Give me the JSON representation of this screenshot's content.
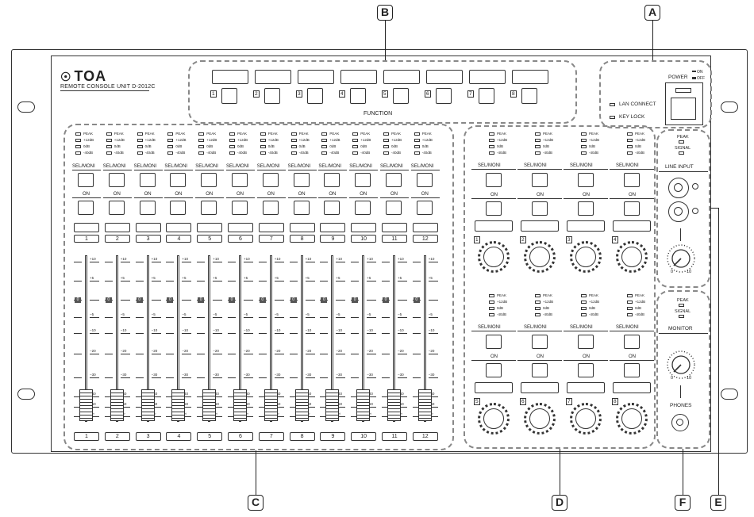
{
  "callouts": {
    "A": "A",
    "B": "B",
    "C": "C",
    "D": "D",
    "E": "E",
    "F": "F"
  },
  "brand": {
    "logo_text": "TOA",
    "logo_glyph": "☉",
    "model": "REMOTE CONSOLE UNIT D-2012C"
  },
  "function_section": {
    "label": "FUNCTION",
    "keys": [
      "1",
      "2",
      "3",
      "4",
      "5",
      "6",
      "7",
      "8"
    ]
  },
  "power_section": {
    "power_label": "POWER",
    "on_label": "ON",
    "off_label": "OFF",
    "lan_connect_label": "LAN CONNECT",
    "key_lock_label": "KEY LOCK"
  },
  "meter_labels": [
    "PEAK",
    "+12dB",
    "0dB",
    "-40dB"
  ],
  "sel_moni_label": "SEL/MONI",
  "on_label": "ON",
  "input_channels": [
    "1",
    "2",
    "3",
    "4",
    "5",
    "6",
    "7",
    "8",
    "9",
    "10",
    "11",
    "12"
  ],
  "fader_scale": [
    "+10",
    "+5",
    "0",
    "−5",
    "−10",
    "−20",
    "−30",
    "−40",
    "−50",
    "−∞"
  ],
  "output_channels_top": [
    "1",
    "2",
    "3",
    "4"
  ],
  "output_channels_bottom": [
    "5",
    "6",
    "7",
    "8"
  ],
  "line_input": {
    "title": "LINE INPUT",
    "peak": "PEAK",
    "signal": "SIGNAL",
    "scale_min": "0",
    "scale_max": "10"
  },
  "monitor": {
    "title": "MONITOR",
    "peak": "PEAK",
    "signal": "SIGNAL",
    "phones": "PHONES",
    "scale_min": "0",
    "scale_max": "10"
  }
}
